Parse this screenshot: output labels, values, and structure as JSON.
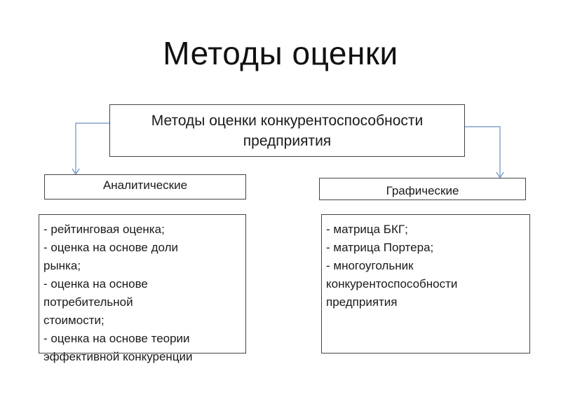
{
  "title": "Методы оценки",
  "root": {
    "line1": "Методы оценки конкурентоспособности",
    "line2": "предприятия"
  },
  "categories": {
    "analytic": "Аналитические",
    "graphic": "Графические"
  },
  "analytic_list": [
    "- рейтинговая оценка;",
    "- оценка на основе доли",
    "рынка;",
    "- оценка на основе",
    "потребительной",
    "стоимости;",
    "- оценка на основе теории",
    "эффективной конкуренции"
  ],
  "graphic_list": [
    "- матрица БКГ;",
    "- матрица Портера;",
    "- многоугольник",
    "конкурентоспособности",
    "предприятия"
  ],
  "colors": {
    "connector": "#6a8fc2",
    "border": "#444444"
  }
}
